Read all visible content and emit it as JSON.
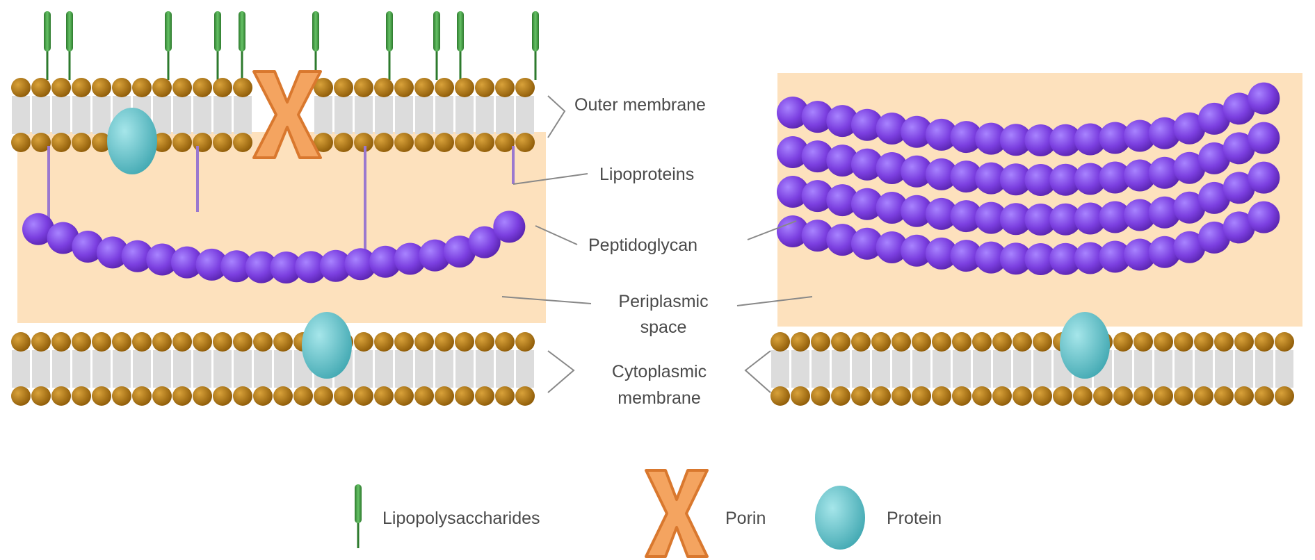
{
  "labels": {
    "outer_membrane": "Outer membrane",
    "lipoproteins": "Lipoproteins",
    "peptidoglycan": "Peptidoglycan",
    "periplasmic_line1": "Periplasmic",
    "periplasmic_line2": "space",
    "cytoplasmic_line1": "Cytoplasmic",
    "cytoplasmic_line2": "membrane"
  },
  "legend": {
    "lipopolysaccharides": "Lipopolysaccharides",
    "porin": "Porin",
    "protein": "Protein"
  },
  "colors": {
    "periplasm": "#fde1bd",
    "lipid_head": "#b57d14",
    "lipid_tail": "#d6d6d6",
    "peptidoglycan": "#7e3fd6",
    "lipoprotein": "#9a78cf",
    "lps_green": "#3f9a3f",
    "porin": "#f4a460",
    "protein": "#63c2c9",
    "label_line": "#888888"
  }
}
